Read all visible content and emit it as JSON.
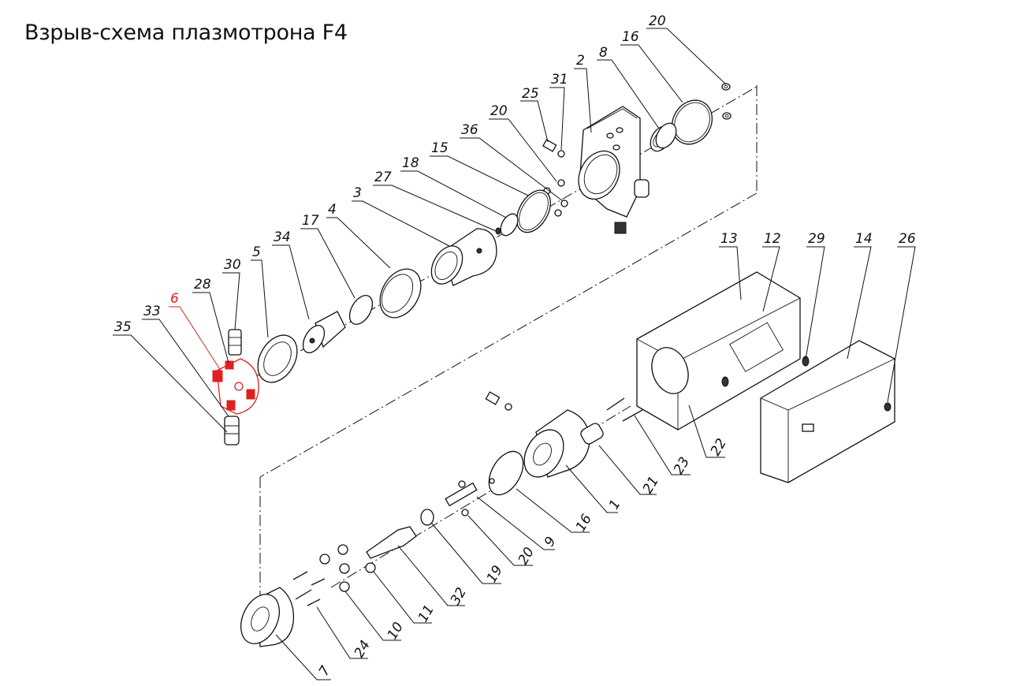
{
  "title": "Взрыв-схема плазмотрона F4",
  "highlight_color": "#e02020",
  "highlighted_part": "6",
  "parts": [
    "20",
    "16",
    "8",
    "2",
    "31",
    "25",
    "20",
    "36",
    "15",
    "18",
    "27",
    "3",
    "4",
    "17",
    "34",
    "5",
    "30",
    "28",
    "6",
    "33",
    "35",
    "13",
    "12",
    "29",
    "14",
    "26",
    "22",
    "23",
    "21",
    "1",
    "16",
    "9",
    "20",
    "19",
    "32",
    "11",
    "10",
    "24",
    "7"
  ]
}
